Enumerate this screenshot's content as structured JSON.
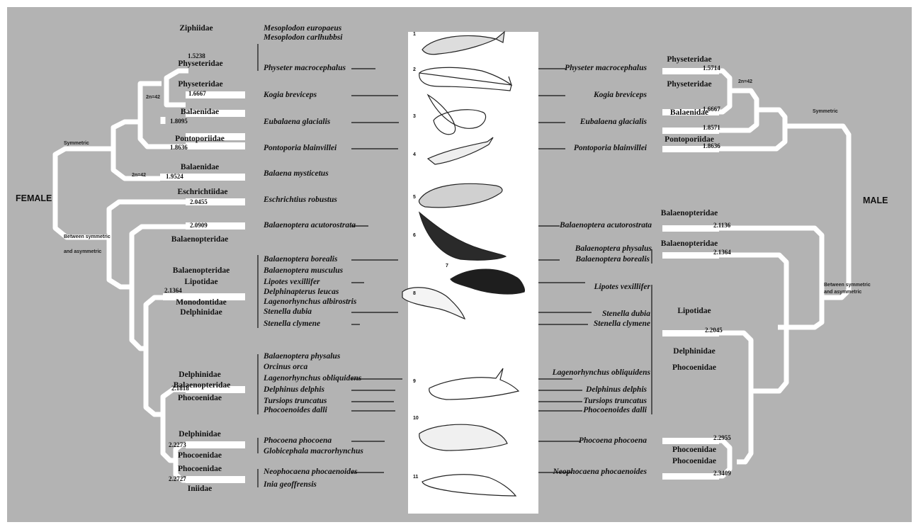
{
  "sides": {
    "female": "FEMALE",
    "male": "MALE"
  },
  "notes": {
    "symmetric_left": "Symmetric",
    "between_left_1": "Between symmetric",
    "between_left_2": "and asymmetric",
    "symmetric_right": "Symmetric",
    "between_right_1": "Between symmetric",
    "between_right_2": "and asymmetric",
    "karyo_left_top": "2n=42",
    "karyo_left_bottom": "2n=42",
    "karyo_right": "2n=42"
  },
  "female": {
    "families": [
      "Ziphiidae",
      "Physeteridae",
      "Physeteridae",
      "Balaenidae",
      "Pontoporiidae",
      "Balaenidae",
      "Eschrichtiidae",
      "Balaenopteridae",
      "Balaenopteridae",
      "Lipotidae",
      "Monodontidae",
      "Delphinidae",
      "Delphinidae",
      "Balaenopteridae",
      "Phocoenidae",
      "Delphinidae",
      "Phocoenidae",
      "Phocoenidae",
      "Iniidae"
    ],
    "values": [
      "1.5238",
      "1.6667",
      "1.8095",
      "1.8636",
      "1.9524",
      "2.0455",
      "2.0909",
      "2.1364",
      "2.1818",
      "2.2273",
      "2.2727"
    ],
    "species": [
      "Mesoplodon europaeus",
      "Mesoplodon carlhubbsi",
      "Physeter macrocephalus",
      "Kogia breviceps",
      "Eubalaena glacialis",
      "Pontoporia blainvillei",
      "Balaena mysticetus",
      "Eschrichtius robustus",
      "Balaenoptera acutorostrata",
      "Balaenoptera borealis",
      "Balaenoptera musculus",
      "Lipotes vexillifer",
      "Delphinapterus leucas",
      "Lagenorhynchus albirostris",
      "Stenella dubia",
      "Stenella clymene",
      "Balaenoptera physalus",
      "Orcinus orca",
      "Lagenorhynchus obliquidens",
      "Delphinus delphis",
      "Tursiops truncatus",
      "Phocoenoides dalli",
      "Phocoena phocoena",
      "Globicephala macrorhynchus",
      "Neophocaena phocaenoides",
      "Inia geoffrensis"
    ]
  },
  "male": {
    "families": [
      "Physeteridae",
      "Physeteridae",
      "Balaenidae",
      "Pontoporiidae",
      "Balaenopteridae",
      "Balaenopteridae",
      "Lipotidae",
      "Delphinidae",
      "Phocoenidae",
      "Phocoenidae",
      "Phocoenidae"
    ],
    "values": [
      "1.5714",
      "1.6667",
      "1.8571",
      "1.8636",
      "2.1136",
      "2.1364",
      "2.2045",
      "2.2955",
      "2.3409"
    ],
    "species": [
      "Physeter macrocephalus",
      "Kogia breviceps",
      "Eubalaena glacialis",
      "Pontoporia blainvillei",
      "Balaenoptera acutorostrata",
      "Balaenoptera physalus",
      "Balaenoptera borealis",
      "Lipotes vexillifer",
      "Stenella dubia",
      "Stenella clymene",
      "Lagenorhynchus obliquidens",
      "Delphinus delphis",
      "Tursiops truncatus",
      "Phocoenoides dalli",
      "Phocoena phocoena",
      "Neophocaena phocaenoides"
    ]
  },
  "figure_numbers": [
    "1",
    "2",
    "3",
    "4",
    "5",
    "6",
    "7",
    "8",
    "9",
    "10",
    "11"
  ],
  "colors": {
    "background": "#b3b3b3",
    "branch": "#ffffff",
    "text": "#111111"
  }
}
